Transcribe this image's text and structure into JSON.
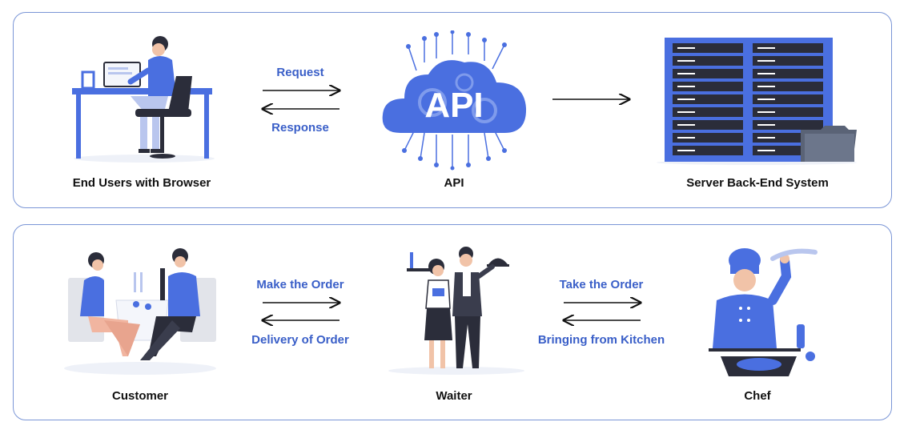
{
  "colors": {
    "accent": "#4a6fe0",
    "border": "#7a95d6",
    "label": "#3a5fc8",
    "dark": "#2b2d3a"
  },
  "web_flow": {
    "nodes": [
      {
        "label": "End Users with Browser",
        "icon": "user-at-computer-icon"
      },
      {
        "label": "API",
        "icon": "api-cloud-icon",
        "cloud_text": "API"
      },
      {
        "label": "Server Back-End System",
        "icon": "server-rack-icon"
      }
    ],
    "links": {
      "request": "Request",
      "response": "Response"
    }
  },
  "restaurant_flow": {
    "nodes": [
      {
        "label": "Customer",
        "icon": "dining-couple-icon"
      },
      {
        "label": "Waiter",
        "icon": "waiters-icon"
      },
      {
        "label": "Chef",
        "icon": "chef-icon"
      }
    ],
    "links": {
      "make_order": "Make the Order",
      "delivery": "Delivery of Order",
      "take_order": "Take the Order",
      "bringing": "Bringing from Kitchen"
    }
  }
}
